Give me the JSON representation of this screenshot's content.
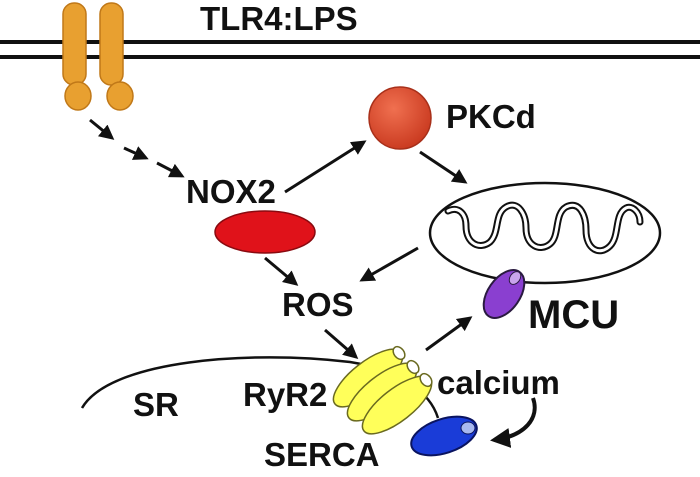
{
  "labels": {
    "tlr4": "TLR4:LPS",
    "pkcd": "PKCd",
    "nox2": "NOX2",
    "ros": "ROS",
    "mcu": "MCU",
    "sr": "SR",
    "ryr2": "RyR2",
    "calcium": "calcium",
    "serca": "SERCA"
  },
  "colors": {
    "receptor": "#e8a030",
    "pkcd": "#d8442a",
    "nox2": "#e0121a",
    "ryr2": "#ffff5a",
    "mcu": "#8a3fd0",
    "serca": "#1a3cd8",
    "line": "#111111"
  }
}
